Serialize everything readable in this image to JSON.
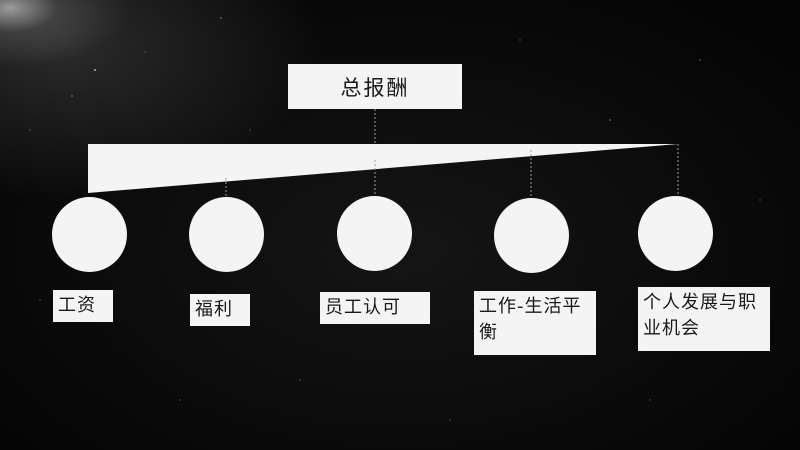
{
  "diagram": {
    "root": {
      "label": "总报酬"
    },
    "children": [
      {
        "label": "工资"
      },
      {
        "label": "福利"
      },
      {
        "label": "员工认可"
      },
      {
        "label": "工作-生活平衡"
      },
      {
        "label": "个人发展与职业机会"
      }
    ]
  },
  "colors": {
    "background": "#050505",
    "shape_fill": "#f4f4f4",
    "text": "#1a1a1a",
    "connector": "#9a9a9a"
  }
}
